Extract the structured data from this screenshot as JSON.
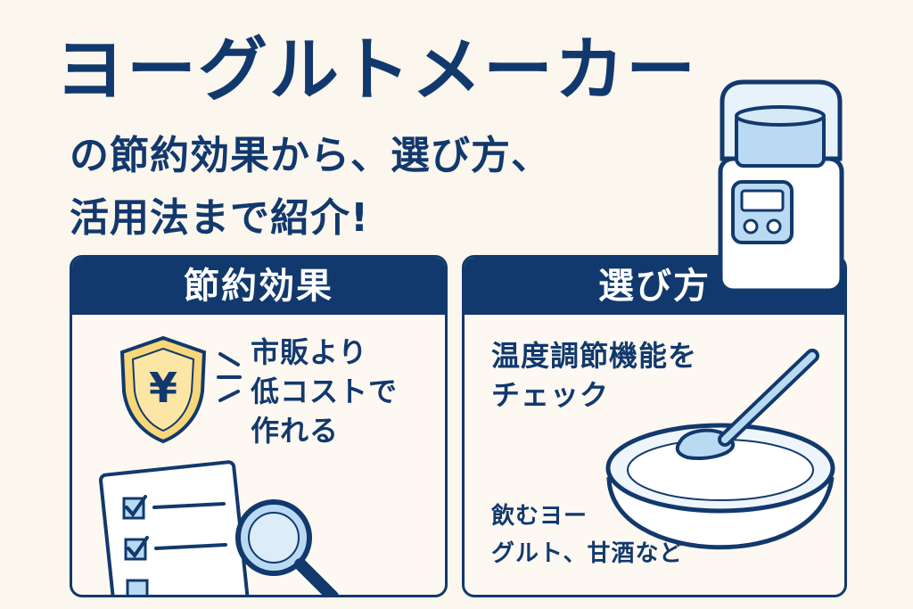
{
  "title": "ヨーグルトメーカー",
  "subtitle_line1": "の節約効果から、選び方、",
  "subtitle_line2": "活用法まで紹介!",
  "left_panel": {
    "header": "節約効果",
    "text_line1": "市販より",
    "text_line2": "低コストで",
    "text_line3": "作れる",
    "shield_symbol": "¥"
  },
  "right_panel": {
    "header": "選び方",
    "text_line1": "温度調節機能を",
    "text_line2": "チェック",
    "text_line3": "飲むヨー",
    "text_line4": "グルト、甘酒など"
  },
  "colors": {
    "navy": "#12396d",
    "light_blue": "#b9daf2",
    "yellow": "#f7d77a",
    "background": "#fbf6ee"
  }
}
